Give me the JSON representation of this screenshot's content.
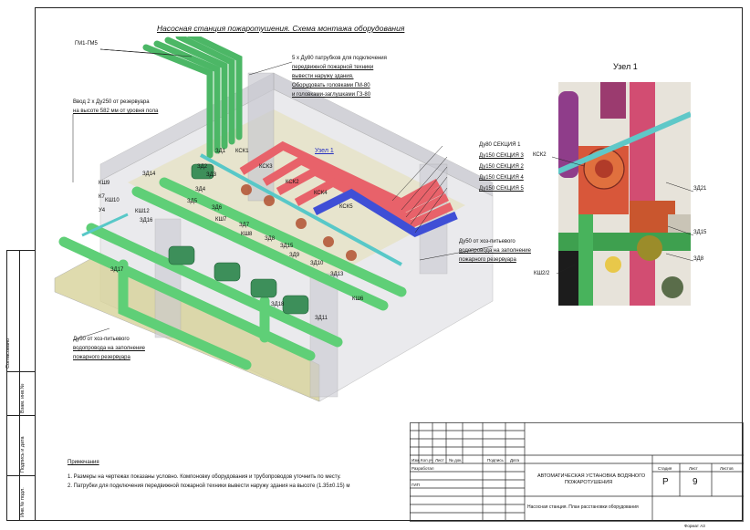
{
  "drawing": {
    "title": "Насосная станция пожаротушения. Схема монтажа оборудования",
    "node_title": "Узел 1",
    "callout_node": "Узел 1",
    "callouts_top": [
      "ГМ1-ГМ5"
    ],
    "callout_blocks": {
      "patrubki": [
        "5 х Ду80 патрубков для подключения",
        "передвижной пожарной техники",
        "вывести наружу здания.",
        "Оборудовать головками ГМ-80",
        "и головками-заглушками ГЗ-80"
      ],
      "vvod": [
        "Ввод 2 х Ду250 от резервуара",
        "на высоте 582 мм от уровня пола"
      ],
      "sections": [
        "Ду80 СЕКЦИЯ 1",
        "Ду150 СЕКЦИЯ 3",
        "Ду150 СЕКЦИЯ 2",
        "Ду150 СЕКЦИЯ 4",
        "Ду150 СЕКЦИЯ 5"
      ],
      "du50_right": [
        "Ду50 от хоз-питьевого",
        "водопровода на заполнение",
        "пожарного резервуара"
      ],
      "du50_left": [
        "Ду50 от хоз-питьевого",
        "водопровода на заполнение",
        "пожарного резервуара"
      ]
    },
    "valve_labels": [
      "ЗД1",
      "КСК1",
      "КСК3",
      "ЗД14",
      "КСК2",
      "КСК4",
      "КСК5",
      "КШ9",
      "К7",
      "КШ10",
      "У4",
      "КШ12",
      "ЗД16",
      "ЗД2",
      "ЗД3",
      "ЗД4",
      "ЗД5",
      "ЗД6",
      "КШ7",
      "ЗД7",
      "КШ8",
      "ЗД8",
      "ЗД15",
      "ЗД9",
      "ЗД10",
      "ЗД13",
      "ЗД17",
      "КШ6",
      "ЗД18",
      "ЗД11"
    ],
    "detail_labels": [
      "КСК2",
      "ЗД21",
      "ЗД15",
      "ЗД8",
      "КШ2/2"
    ]
  },
  "sidebar": {
    "soglasovano": "Согласовано",
    "vzam": "Взам. инв.№",
    "podpis": "Подпись и дата",
    "inv": "Инв.№ подл."
  },
  "notes": {
    "heading": "Примечания",
    "items": [
      "1.    Размеры на чертежах показаны условно. Компоновку оборудования и трубопроводов уточнить по месту.",
      "2.    Патрубки для подключения передвижной пожарной техники вывести наружу здания на высоте (1.35±0.15) м"
    ]
  },
  "title_block": {
    "cols": [
      "Изм.",
      "Кол.уч",
      "Лист",
      "№ док.",
      "Подпись",
      "Дата"
    ],
    "razrab": "Разработал",
    "gip": "ГИП",
    "project": [
      "АВТОМАТИЧЕСКАЯ УСТАНОВКА ВОДЯНОГО",
      "ПОЖАРОТУШЕНИЯ"
    ],
    "sheet_name": "Насосная станция. План расстановки оборудования",
    "stadia_label": "Стадия",
    "list_label": "Лист",
    "listov_label": "Листов",
    "stadia": "Р",
    "list": "9",
    "format": "Формат А3"
  },
  "colors": {
    "pipe_green": "#5fcf77",
    "pipe_red": "#e8626a",
    "pipe_blue": "#3f4fd6",
    "pipe_cyan": "#58c8c8",
    "wall": "#cfcfd6",
    "floor": "#d8d39a"
  }
}
